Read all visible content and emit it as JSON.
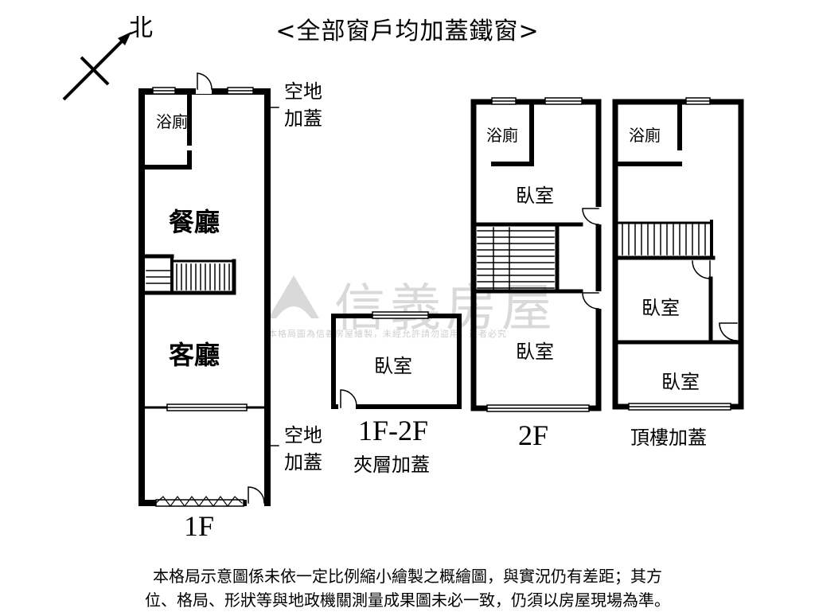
{
  "title": "<全部窗戶均加蓋鐵窗>",
  "compass": {
    "label": "北"
  },
  "watermark": {
    "brand": "信義房屋",
    "notice": "本格局圖為信義房屋繪製，未經允許請勿盜用，違者必究"
  },
  "plans": {
    "first_floor": {
      "label": "1F",
      "rooms": {
        "bath": "浴廁",
        "dining": "餐廳",
        "living": "客廳"
      },
      "annex_top": "空地加蓋",
      "annex_bottom": "空地加蓋"
    },
    "mezzanine": {
      "label": "1F-2F",
      "sublabel": "夾層加蓋",
      "rooms": {
        "bedroom": "臥室"
      }
    },
    "second_floor": {
      "label": "2F",
      "rooms": {
        "bath": "浴廁",
        "bedroom_front": "臥室",
        "bedroom_back": "臥室"
      }
    },
    "rooftop": {
      "label": "頂樓加蓋",
      "rooms": {
        "bath": "浴廁",
        "bedroom_mid": "臥室",
        "bedroom_back": "臥室"
      }
    }
  },
  "disclaimer": {
    "line1": "本格局示意圖係未依一定比例縮小繪製之概繪圖，與實況仍有差距；其方",
    "line2": "位、格局、形狀等與地政機關測量成果圖未必一致，仍須以房屋現場為準。"
  }
}
